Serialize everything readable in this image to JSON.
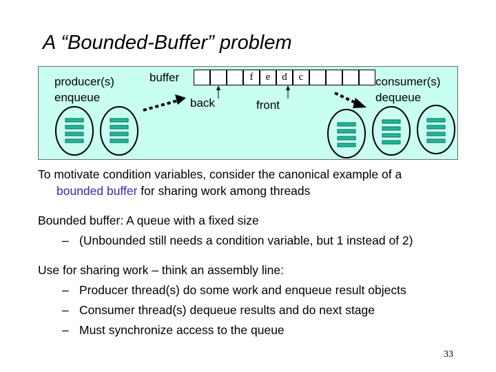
{
  "slide": {
    "title": "A “Bounded-Buffer” problem",
    "page_number": "33"
  },
  "diagram": {
    "producer_label_1": "producer(s)",
    "producer_label_2": "enqueue",
    "buffer_label": "buffer",
    "back_label": "back",
    "front_label": "front",
    "consumer_label_1": "consumer(s)",
    "consumer_label_2": "dequeue",
    "cells": [
      "",
      "",
      "",
      "f",
      "e",
      "d",
      "c",
      "",
      "",
      "",
      ""
    ]
  },
  "body": {
    "p1_line1": "To motivate condition variables, consider the canonical example of a",
    "p1_link": "bounded buffer",
    "p1_line2_rest": " for sharing work among threads",
    "p2_line1": "Bounded buffer: A queue with a fixed size",
    "p2_dash": "–",
    "p2_bullet": "(Unbounded still needs a condition variable, but 1 instead of 2)",
    "p3_line1": "Use for sharing work – think an assembly line:",
    "p3_dash_1": "–",
    "p3_dash_2": "–",
    "p3_dash_3": "–",
    "p3_bullet_1": "Producer thread(s) do some work and enqueue result objects",
    "p3_bullet_2": "Consumer thread(s) dequeue results and do next stage",
    "p3_bullet_3": "Must synchronize access to the queue"
  },
  "colors": {
    "diagram_bg": "#c8fff0",
    "worker_bar": "#1fb89a",
    "link": "#2b2bb0"
  }
}
